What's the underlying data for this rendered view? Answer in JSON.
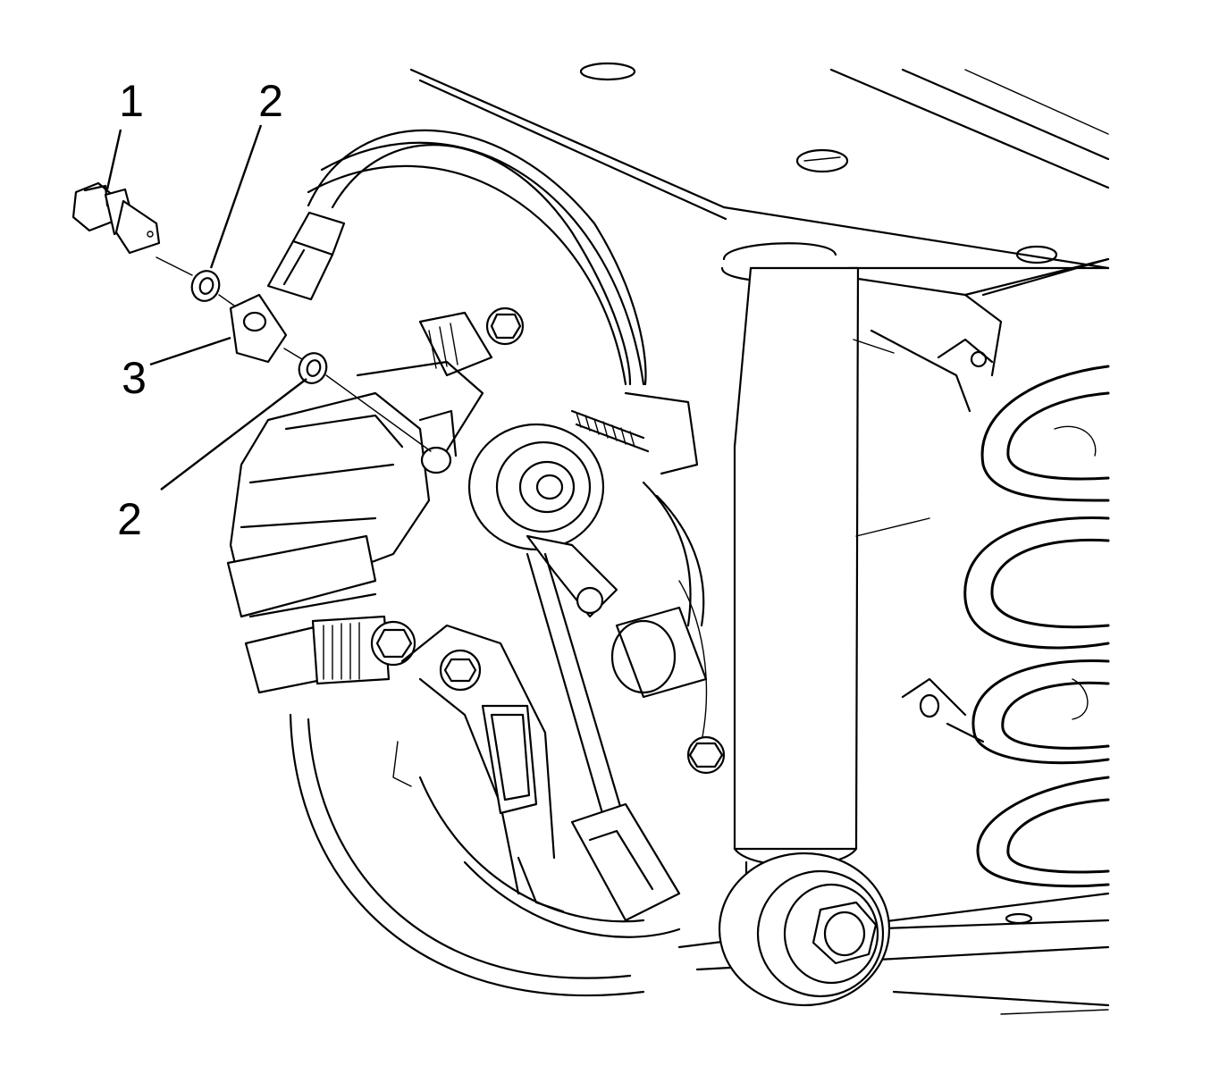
{
  "callouts": [
    {
      "id": "c1",
      "label": "1",
      "part": "bolt"
    },
    {
      "id": "c2a",
      "label": "2",
      "part": "washer"
    },
    {
      "id": "c3",
      "label": "3",
      "part": "hose-fitting"
    },
    {
      "id": "c2b",
      "label": "2",
      "part": "washer"
    }
  ],
  "colors": {
    "line": "#000000",
    "background": "#ffffff"
  }
}
